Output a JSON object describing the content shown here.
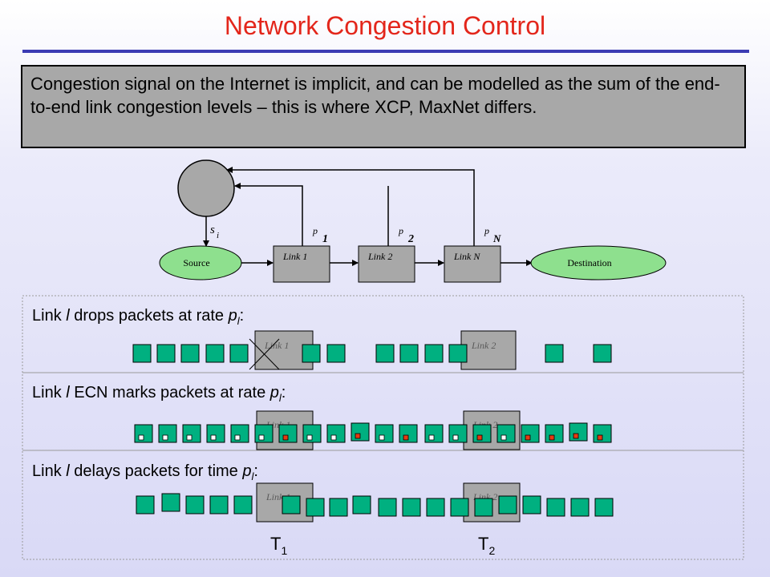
{
  "slide": {
    "title": "Network Congestion Control",
    "intro_text": "Congestion signal on the Internet is implicit, and can be modelled as the sum of the end-to-end link congestion levels – this is where XCP, MaxNet differs."
  },
  "top_diagram": {
    "source_label": "Source",
    "destination_label": "Destination",
    "link_labels": [
      "Link 1",
      "Link 2",
      "Link N"
    ],
    "signal_label": "s",
    "signal_subscript": "i",
    "price_labels": [
      {
        "p": "p",
        "sub": "1"
      },
      {
        "p": "p",
        "sub": "2"
      },
      {
        "p": "p",
        "sub": "N"
      }
    ]
  },
  "panels": [
    {
      "prefix": "Link ",
      "var": "l",
      "mid": " drops packets at rate ",
      "p": "p",
      "sub": "l",
      "suffix": ":"
    },
    {
      "prefix": "Link ",
      "var": "l",
      "mid": " ECN marks packets at rate ",
      "p": "p",
      "sub": "l",
      "suffix": ":"
    },
    {
      "prefix": "Link ",
      "var": "l",
      "mid": " delays packets for time ",
      "p": "p",
      "sub": "l",
      "suffix": ":"
    }
  ],
  "panel_link_labels": [
    "Link 1",
    "Link 2"
  ],
  "time_labels": [
    {
      "t": "T",
      "sub": "1"
    },
    {
      "t": "T",
      "sub": "2"
    }
  ],
  "colors": {
    "title": "#e3261b",
    "rule": "#3b3bb3",
    "callout_bg": "#a8a8a8",
    "packet": "#00b080",
    "ecn_mark": "#e53a10",
    "link_box": "#a8a8a8",
    "node": "#8ee08e"
  }
}
